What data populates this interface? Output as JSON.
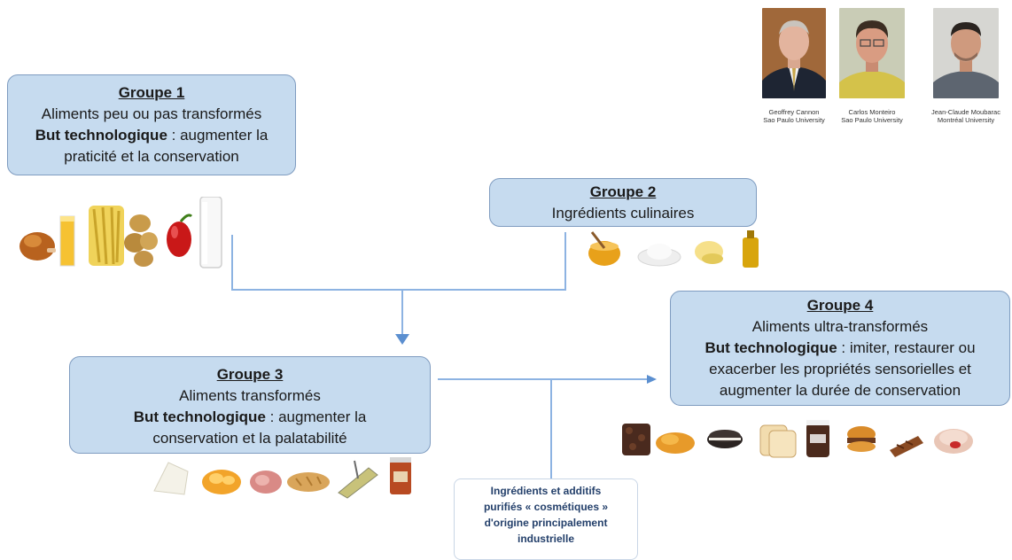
{
  "groups": [
    {
      "title": "Groupe 1",
      "line1": "Aliments peu ou pas transformés",
      "bt_label": "But technologique",
      "bt_text": " : augmenter la",
      "line3": "praticité et la conservation"
    },
    {
      "title": "Groupe 2",
      "line1": "Ingrédients culinaires"
    },
    {
      "title": "Groupe 3",
      "line1": "Aliments transformés",
      "bt_label": "But technologique",
      "bt_text": " : augmenter la",
      "line3": "conservation et la palatabilité"
    },
    {
      "title": "Groupe 4",
      "line1": "Aliments ultra-transformés",
      "bt_label": "But technologique",
      "bt_text": " : imiter, restaurer ou",
      "line3": "exacerber les propriétés sensorielles et",
      "line4": "augmenter la durée de conservation"
    }
  ],
  "note": {
    "lines": [
      "Ingrédients et additifs",
      "purifiés « cosmétiques »",
      "d'origine principalement",
      "industrielle"
    ]
  },
  "people": [
    {
      "name": "Geoffrey Cannon",
      "affiliation": "Sao Paulo University"
    },
    {
      "name": "Carlos Monteiro",
      "affiliation": "Sao Paulo University"
    },
    {
      "name": "Jean-Claude Moubarac",
      "affiliation": "Montréal University"
    }
  ],
  "colors": {
    "box_fill": "#c6dbef",
    "box_border": "#7f9cc0",
    "connector": "#8db3e2",
    "note_text": "#24406b"
  },
  "food_icons": {
    "group1": [
      "roast-chicken-icon",
      "orange-juice-icon",
      "pasta-icon",
      "potatoes-icon",
      "apple-icon",
      "milk-glass-icon"
    ],
    "group2": [
      "honey-icon",
      "flour-icon",
      "butter-icon",
      "oil-bottle-icon"
    ],
    "group3": [
      "camembert-icon",
      "canned-fruit-icon",
      "ham-icon",
      "bread-icon",
      "sardine-tin-icon",
      "jam-jar-icon"
    ],
    "group4": [
      "cereal-icon",
      "croissant-icon",
      "cookies-icon",
      "sandwich-bread-icon",
      "spread-jar-icon",
      "burger-icon",
      "chocolate-bar-icon",
      "donut-icon"
    ]
  }
}
